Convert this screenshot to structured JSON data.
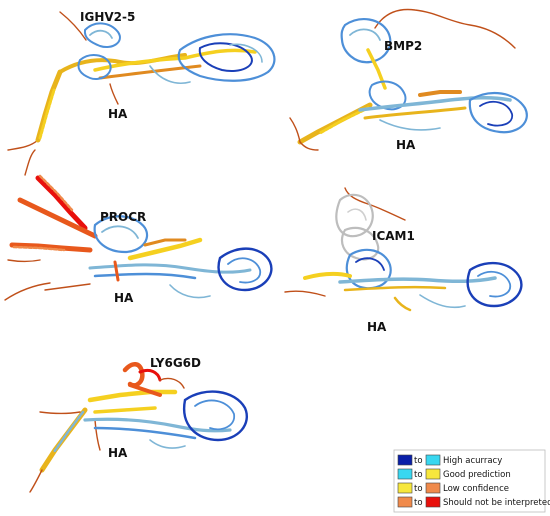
{
  "panels": [
    {
      "id": "ighv2-5",
      "protein_label": "IGHV2-5",
      "partner_label": "HA"
    },
    {
      "id": "bmp2",
      "protein_label": "BMP2",
      "partner_label": "HA"
    },
    {
      "id": "procr",
      "protein_label": "PROCR",
      "partner_label": "HA"
    },
    {
      "id": "icam1",
      "protein_label": "ICAM1",
      "partner_label": "HA"
    },
    {
      "id": "ly6g6d",
      "protein_label": "LY6G6D",
      "partner_label": "HA"
    }
  ],
  "legend": {
    "connector": "to",
    "items": [
      {
        "label": "High acurracy",
        "color_from": "#0a1fa8",
        "color_to": "#38d7f0"
      },
      {
        "label": "Good prediction",
        "color_from": "#38d7f0",
        "color_to": "#f7e73c"
      },
      {
        "label": "Low confidence",
        "color_from": "#f7e73c",
        "color_to": "#f08a4b"
      },
      {
        "label": "Should not be interpreted",
        "color_from": "#f08a4b",
        "color_to": "#e8100c"
      }
    ]
  },
  "colors": {
    "very_high": "#1a3fb8",
    "high": "#4d8fd8",
    "mid": "#7fb6d6",
    "low": "#f5d020",
    "very_low": "#d9691c",
    "unreliable": "#c0501a",
    "gray": "#bdbdbd"
  }
}
